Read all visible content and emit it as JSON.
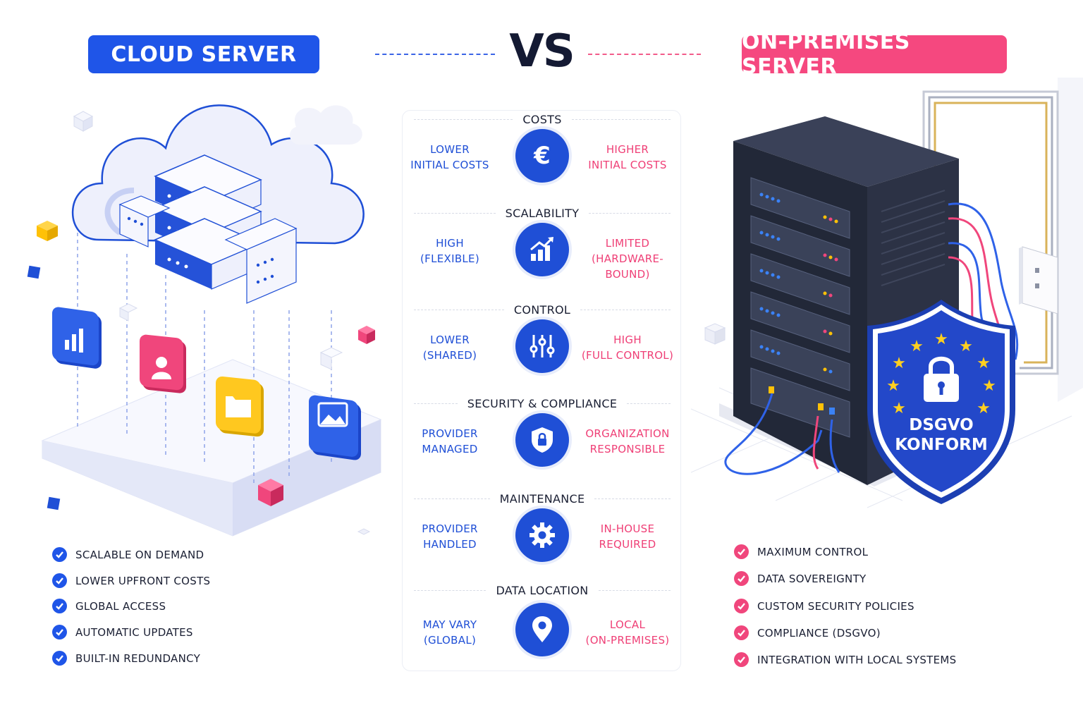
{
  "header": {
    "left_title": "CLOUD SERVER",
    "vs": "VS",
    "right_title": "ON-PREMISES SERVER"
  },
  "colors": {
    "cloud_accent": "#1f55e8",
    "onprem_accent": "#f5487f",
    "icon_circle": "#1f4fd6"
  },
  "comparison": [
    {
      "heading": "COSTS",
      "icon": "euro-icon",
      "left_1": "LOWER",
      "left_2": "INITIAL COSTS",
      "right_1": "HIGHER",
      "right_2": "INITIAL COSTS"
    },
    {
      "heading": "SCALABILITY",
      "icon": "growth-chart-icon",
      "left_1": "HIGH",
      "left_2": "(FLEXIBLE)",
      "right_1": "LIMITED",
      "right_2": "(HARDWARE-BOUND)"
    },
    {
      "heading": "CONTROL",
      "icon": "sliders-icon",
      "left_1": "LOWER",
      "left_2": "(SHARED)",
      "right_1": "HIGH",
      "right_2": "(FULL CONTROL)"
    },
    {
      "heading": "SECURITY & COMPLIANCE",
      "icon": "shield-lock-icon",
      "left_1": "PROVIDER",
      "left_2": "MANAGED",
      "right_1": "ORGANIZATION",
      "right_2": "RESPONSIBLE"
    },
    {
      "heading": "MAINTENANCE",
      "icon": "gear-icon",
      "left_1": "PROVIDER",
      "left_2": "HANDLED",
      "right_1": "IN-HOUSE",
      "right_2": "REQUIRED"
    },
    {
      "heading": "DATA LOCATION",
      "icon": "location-pin-icon",
      "left_1": "MAY VARY",
      "left_2": "(GLOBAL)",
      "right_1": "LOCAL",
      "right_2": "(ON-PREMISES)"
    }
  ],
  "cloud_benefits": [
    "SCALABLE ON DEMAND",
    "LOWER UPFRONT COSTS",
    "GLOBAL ACCESS",
    "AUTOMATIC UPDATES",
    "BUILT-IN REDUNDANCY"
  ],
  "onprem_benefits": [
    "MAXIMUM CONTROL",
    "DATA SOVEREIGNTY",
    "CUSTOM SECURITY POLICIES",
    "COMPLIANCE (DSGVO)",
    "INTEGRATION WITH LOCAL SYSTEMS"
  ],
  "shield": {
    "line1": "DSGVO",
    "line2": "KONFORM"
  }
}
